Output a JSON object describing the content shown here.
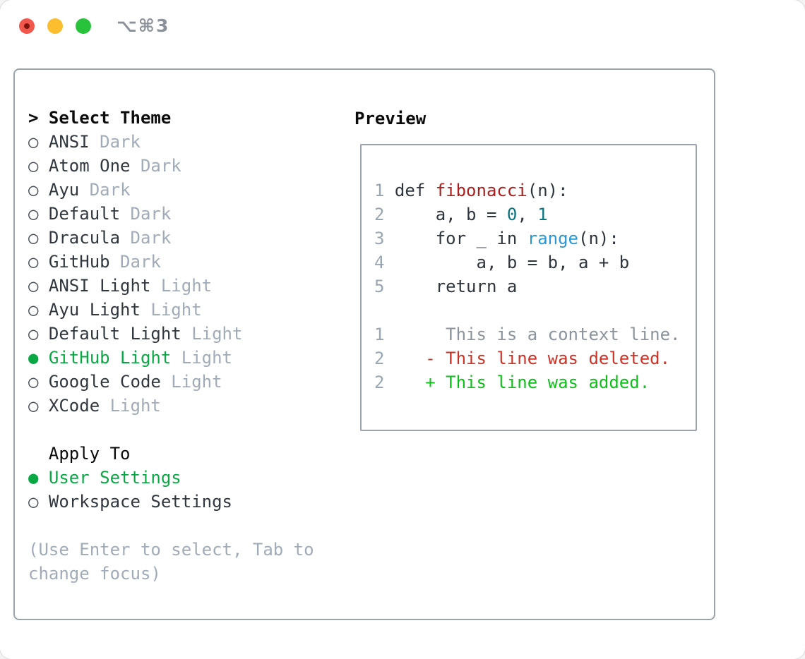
{
  "titlebar": {
    "title": "⌥⌘3"
  },
  "colors": {
    "selection_green": "#0aa845",
    "diff_deleted_red": "#cd3227",
    "diff_added_green": "#0fbe1b",
    "function_red": "#a81f1f",
    "literal_teal": "#0a7680",
    "call_blue": "#2b97d3",
    "muted_gray": "#a1abb8",
    "border_gray": "#9aa3ae"
  },
  "theme_list": {
    "header_marker": "> ",
    "header": "Select Theme",
    "items": [
      {
        "marker": "○ ",
        "name": "ANSI",
        "tag": " Dark",
        "selected": false
      },
      {
        "marker": "○ ",
        "name": "Atom One",
        "tag": " Dark",
        "selected": false
      },
      {
        "marker": "○ ",
        "name": "Ayu",
        "tag": " Dark",
        "selected": false
      },
      {
        "marker": "○ ",
        "name": "Default",
        "tag": " Dark",
        "selected": false
      },
      {
        "marker": "○ ",
        "name": "Dracula",
        "tag": " Dark",
        "selected": false
      },
      {
        "marker": "○ ",
        "name": "GitHub",
        "tag": " Dark",
        "selected": false
      },
      {
        "marker": "○ ",
        "name": "ANSI Light",
        "tag": " Light",
        "selected": false
      },
      {
        "marker": "○ ",
        "name": "Ayu Light",
        "tag": " Light",
        "selected": false
      },
      {
        "marker": "○ ",
        "name": "Default Light",
        "tag": " Light",
        "selected": false
      },
      {
        "marker": "● ",
        "name": "GitHub Light",
        "tag": " Light",
        "selected": true
      },
      {
        "marker": "○ ",
        "name": "Google Code",
        "tag": " Light",
        "selected": false
      },
      {
        "marker": "○ ",
        "name": "XCode",
        "tag": " Light",
        "selected": false
      }
    ]
  },
  "apply_to": {
    "header": "Apply To",
    "items": [
      {
        "marker": "● ",
        "label": "User Settings",
        "selected": true
      },
      {
        "marker": "○ ",
        "label": "Workspace Settings",
        "selected": false
      }
    ]
  },
  "hint": {
    "line1": "(Use Enter to select, Tab to",
    "line2": "change focus)"
  },
  "preview": {
    "title": "Preview",
    "code": {
      "l1": {
        "n": "1 ",
        "s0": "def ",
        "s1": "fibonacci",
        "s2": "(n):"
      },
      "l2": {
        "n": "2 ",
        "s0": "    a, b = ",
        "s1": "0",
        "s2": ", ",
        "s3": "1"
      },
      "l3": {
        "n": "3 ",
        "s0": "    for _ in ",
        "s1": "range",
        "s2": "(n):"
      },
      "l4": {
        "n": "4 ",
        "s0": "        a, b = b, a + b"
      },
      "l5": {
        "n": "5 ",
        "s0": "    return a"
      }
    },
    "diff": {
      "context": {
        "n": "1 ",
        "s0": "     This is a context line."
      },
      "deleted": {
        "n": "2 ",
        "s0": "   - This line was deleted."
      },
      "added": {
        "n": "2 ",
        "s0": "   + This line was added."
      }
    }
  }
}
